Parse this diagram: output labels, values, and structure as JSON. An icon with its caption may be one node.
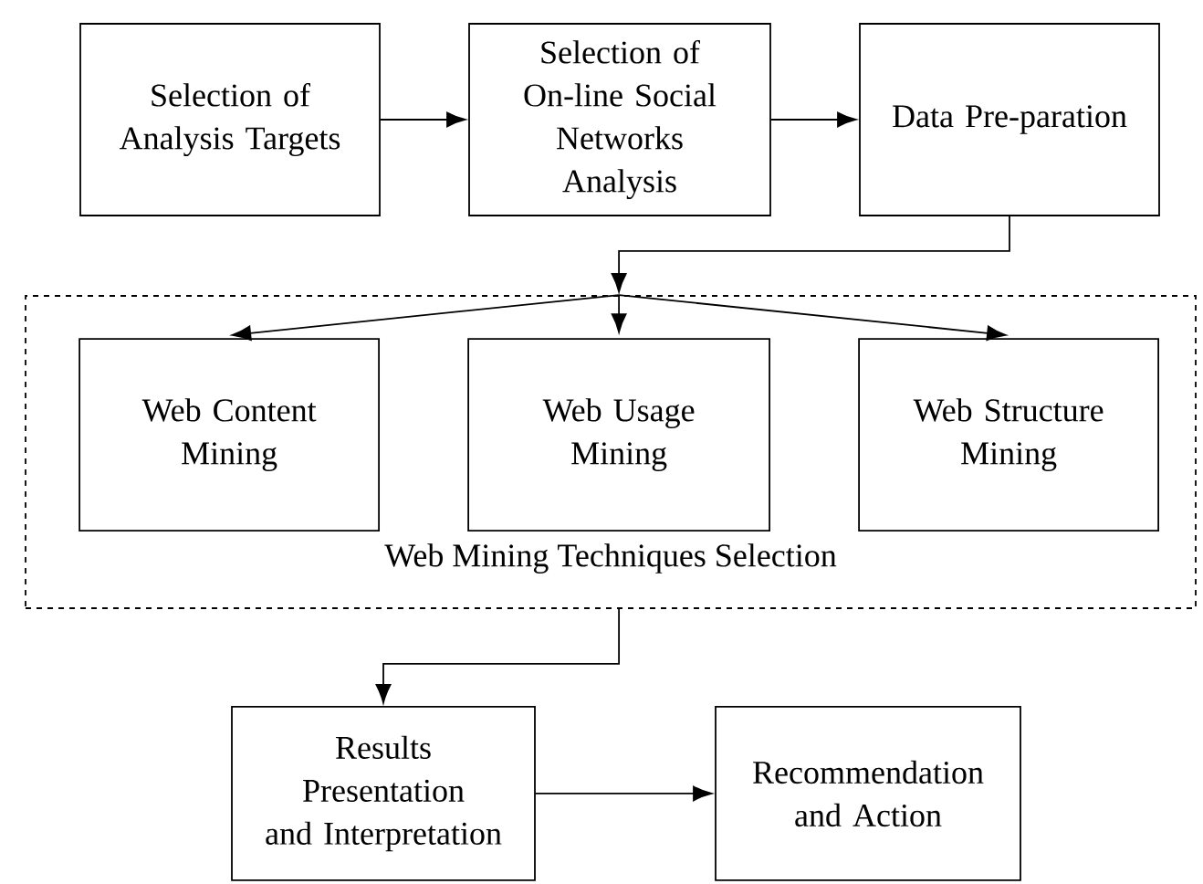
{
  "diagram": {
    "nodes": [
      {
        "text": [
          "Selection of Analysis Targets"
        ]
      },
      {
        "text": [
          "Selection of On-line Social Networks Analysis"
        ]
      },
      {
        "text": [
          "Data Pre-paration"
        ]
      },
      {
        "text": [
          "Web Mining Techniques Selection"
        ]
      },
      {
        "text": [
          "Web Content Mining"
        ],
        "in": 3
      },
      {
        "text": [
          "Web Usage Mining"
        ],
        "in": 3
      },
      {
        "text": [
          "Web Structure Mining"
        ],
        "in": 3
      },
      {
        "text": [
          "Results Presentation and Interpretation"
        ]
      },
      {
        "text": [
          "Recommendation and Action"
        ]
      }
    ],
    "edges": [
      {
        "from": 0,
        "to": 1,
        "arrow": "to"
      },
      {
        "from": 1,
        "to": 2,
        "arrow": "to"
      },
      {
        "from": 2,
        "to": 3,
        "arrow": "to"
      },
      {
        "from": 3,
        "to": 4,
        "arrow": "to"
      },
      {
        "from": 3,
        "to": 5,
        "arrow": "to"
      },
      {
        "from": 3,
        "to": 6,
        "arrow": "to"
      },
      {
        "from": 3,
        "to": 7,
        "arrow": "to"
      },
      {
        "from": 7,
        "to": 8,
        "arrow": "to"
      }
    ]
  }
}
